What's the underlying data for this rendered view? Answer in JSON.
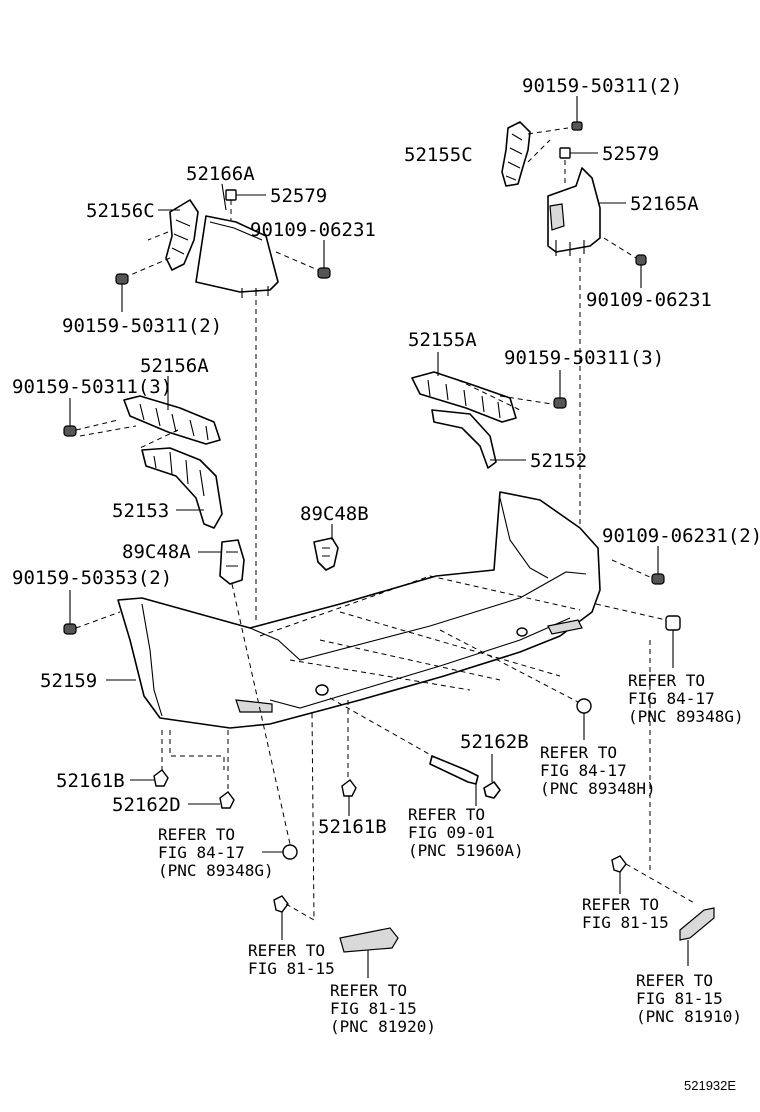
{
  "labels": {
    "l_90159_50311_2_top": "90159-50311(2)",
    "l_52155C": "52155C",
    "l_52579_right": "52579",
    "l_52165A": "52165A",
    "l_90109_06231_right": "90109-06231",
    "l_52166A": "52166A",
    "l_52579_left": "52579",
    "l_52156C": "52156C",
    "l_90109_06231_left": "90109-06231",
    "l_90159_50311_2_left": "90159-50311(2)",
    "l_52155A": "52155A",
    "l_90159_50311_3_right": "90159-50311(3)",
    "l_52156A": "52156A",
    "l_90159_50311_3_left": "90159-50311(3)",
    "l_52152": "52152",
    "l_52153": "52153",
    "l_89C48B": "89C48B",
    "l_90109_06231_2": "90109-06231(2)",
    "l_89C48A": "89C48A",
    "l_90159_50353_2": "90159-50353(2)",
    "l_52159": "52159",
    "l_52162B": "52162B",
    "l_52161B_left": "52161B",
    "l_52162D": "52162D",
    "l_52161B_mid": "52161B"
  },
  "refs": {
    "r_89348G_right": [
      "REFER TO",
      "FIG 84-17",
      "(PNC 89348G)"
    ],
    "r_89348H": [
      "REFER TO",
      "FIG 84-17",
      "(PNC 89348H)"
    ],
    "r_51960A": [
      "REFER TO",
      "FIG 09-01",
      "(PNC 51960A)"
    ],
    "r_89348G_left": [
      "REFER TO",
      "FIG 84-17",
      "(PNC 89348G)"
    ],
    "r_81_15_left": [
      "REFER TO",
      "FIG 81-15"
    ],
    "r_81_15_right": [
      "REFER TO",
      "FIG 81-15"
    ],
    "r_81920": [
      "REFER TO",
      "FIG 81-15",
      "(PNC 81920)"
    ],
    "r_81910": [
      "REFER TO",
      "FIG 81-15",
      "(PNC 81910)"
    ]
  },
  "figure_id": "521932E"
}
